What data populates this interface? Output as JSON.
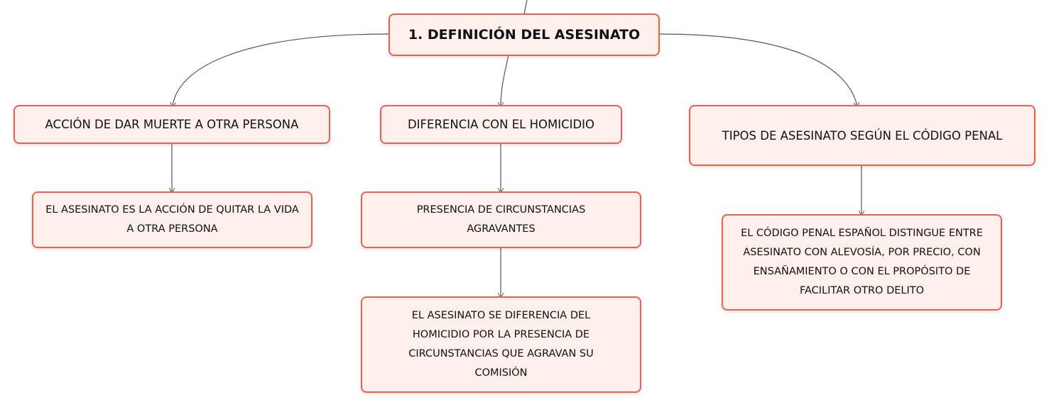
{
  "diagram": {
    "root": "1. DEFINICIÓN DEL ASESINATO",
    "branches": [
      {
        "label": "ACCIÓN DE DAR MUERTE A OTRA PERSONA",
        "children": [
          "EL ASESINATO ES LA ACCIÓN DE QUITAR LA VIDA A OTRA PERSONA"
        ]
      },
      {
        "label": "DIFERENCIA CON EL HOMICIDIO",
        "children": [
          "PRESENCIA DE CIRCUNSTANCIAS AGRAVANTES",
          "EL ASESINATO SE DIFERENCIA DEL HOMICIDIO POR LA PRESENCIA DE CIRCUNSTANCIAS QUE AGRAVAN SU COMISIÓN"
        ]
      },
      {
        "label": "TIPOS DE ASESINATO SEGÚN EL CÓDIGO PENAL",
        "children": [
          "EL CÓDIGO PENAL ESPAÑOL DISTINGUE ENTRE ASESINATO CON ALEVOSÍA, POR PRECIO, CON ENSAÑAMIENTO O CON EL PROPÓSITO DE FACILITAR OTRO DELITO"
        ]
      }
    ]
  },
  "colors": {
    "node_border": "#e8624f",
    "node_fill": "#fdf0ec",
    "connector": "#555555"
  }
}
